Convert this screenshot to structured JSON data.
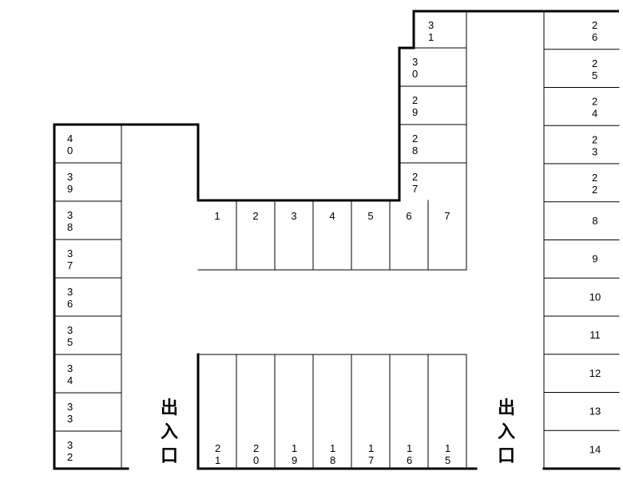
{
  "colors": {
    "line": "#000000",
    "background": "#ffffff"
  },
  "entrance_label": [
    "出",
    "入",
    "口"
  ],
  "column_left": [
    "40",
    "39",
    "38",
    "37",
    "36",
    "35",
    "34",
    "33",
    "32"
  ],
  "column_top": [
    "31",
    "30",
    "29",
    "28",
    "27"
  ],
  "column_right": [
    "26",
    "25",
    "24",
    "23",
    "22",
    "8",
    "9",
    "10",
    "11",
    "12",
    "13",
    "14"
  ],
  "row_upper": [
    "1",
    "2",
    "3",
    "4",
    "5",
    "6",
    "7"
  ],
  "row_lower": [
    "21",
    "20",
    "19",
    "18",
    "17",
    "16",
    "15"
  ]
}
